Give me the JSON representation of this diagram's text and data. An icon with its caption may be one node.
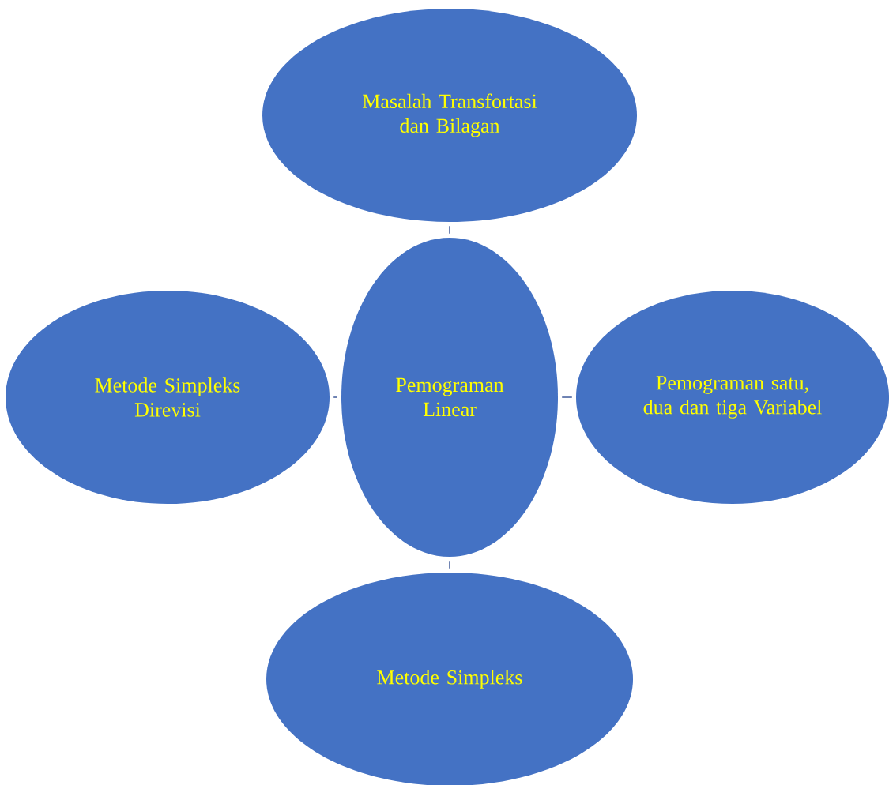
{
  "diagram": {
    "nodes": [
      {
        "text": [
          "Masalah Transfortasi dan Bilagan"
        ]
      },
      {
        "text": [
          "Metode Simpleks Direvisi"
        ]
      },
      {
        "text": [
          "Pemograman Linear"
        ]
      },
      {
        "text": [
          "Pemograman satu, dua dan tiga Variabel"
        ]
      },
      {
        "text": [
          "Metode Simpleks"
        ]
      }
    ],
    "edges": [
      {
        "from": 2,
        "to": 0,
        "arrow": "none"
      },
      {
        "from": 2,
        "to": 1,
        "arrow": "none"
      },
      {
        "from": 2,
        "to": 3,
        "arrow": "none"
      },
      {
        "from": 2,
        "to": 4,
        "arrow": "none"
      }
    ]
  }
}
